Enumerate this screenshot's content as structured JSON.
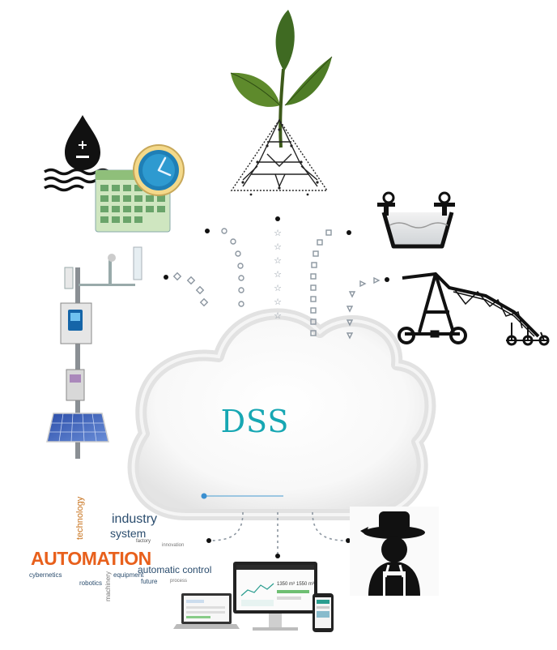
{
  "center": {
    "label": "DSS",
    "label_color": "#17a7b3"
  },
  "nodes": [
    {
      "name": "plant-soil-icon"
    },
    {
      "name": "water-level-calendar-icon"
    },
    {
      "name": "water-tank-icon"
    },
    {
      "name": "weather-station-icon"
    },
    {
      "name": "pivot-irrigation-icon"
    },
    {
      "name": "automation-word-cloud"
    },
    {
      "name": "dashboard-devices-icon"
    },
    {
      "name": "farmer-icon"
    }
  ],
  "word_cloud": {
    "main": "AUTOMATION",
    "words": [
      "technology",
      "industry",
      "system",
      "factory",
      "cybernetics",
      "equipment",
      "robotics",
      "automatic control",
      "machinery",
      "future",
      "innovation",
      "process"
    ]
  },
  "dashboard": {
    "value1": "1350 m³",
    "value2": "1550 m³"
  },
  "colors": {
    "connector": "#9aa3ad",
    "accent": "#17a7b3",
    "cloud": "#eeeeee"
  }
}
